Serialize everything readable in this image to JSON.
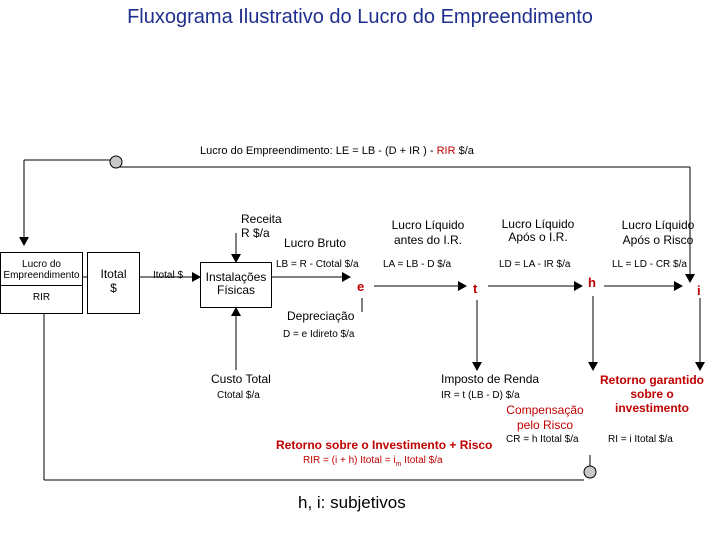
{
  "title": "Fluxograma Ilustrativo do Lucro do Empreendimento",
  "top_formula": {
    "prefix": "Lucro do Empreendimento:  LE = LB - (D + IR )  - ",
    "rir": "RIR",
    "suffix": "  $/a"
  },
  "left_box": {
    "line1": "Lucro do",
    "line2": "Empreendimento",
    "rir": "RIR"
  },
  "itotal_box": {
    "line1": "Itotal",
    "line2": "$"
  },
  "itotal_label": "Itotal $",
  "instalacoes_box": {
    "line1": "Instalações",
    "line2": "Físicas"
  },
  "receita": {
    "line1": "Receita",
    "line2": "R $/a"
  },
  "lucro_bruto": "Lucro Bruto",
  "lb_formula": "LB = R - Ctotal  $/a",
  "node_e": "e",
  "node_t": "t",
  "node_h": "h",
  "node_i": "i",
  "lucro_antes": {
    "line1": "Lucro Líquido",
    "line2": "antes do I.R."
  },
  "la_formula": "LA = LB - D  $/a",
  "lucro_apos_ir": {
    "line1": "Lucro Líquido",
    "line2": "Após o I.R."
  },
  "ld_formula": "LD = LA - IR  $/a",
  "lucro_apos_risco": {
    "line1": "Lucro Líquido",
    "line2": "Após o Risco"
  },
  "ll_formula": "LL = LD - CR  $/a",
  "depreciacao": "Depreciação",
  "d_formula": "D = e Idireto  $/a",
  "custo_total": "Custo Total",
  "ctotal_formula": "Ctotal  $/a",
  "imposto": "Imposto de Renda",
  "ir_formula": "IR = t (LB - D)  $/a",
  "compensacao": {
    "line1": "Compensação",
    "line2": "pelo Risco"
  },
  "cr_formula": "CR = h Itotal  $/a",
  "retorno_garantido": {
    "line1": "Retorno garantido",
    "line2": "sobre o",
    "line3": "investimento"
  },
  "ri_formula": "RI = i Itotal  $/a",
  "retorno_invest": {
    "prefix": "Retorno sobre o Investimento + ",
    "risco": "Risco"
  },
  "rir_formula": {
    "main": "RIR = (i + h) Itotal = i",
    "sub": "m",
    "tail": " Itotal  $/a"
  },
  "footer": "h, i: subjetivos",
  "colors": {
    "title": "#1f2f8f",
    "highlight": "#c00000",
    "circle_fill": "#c8c8c8"
  }
}
